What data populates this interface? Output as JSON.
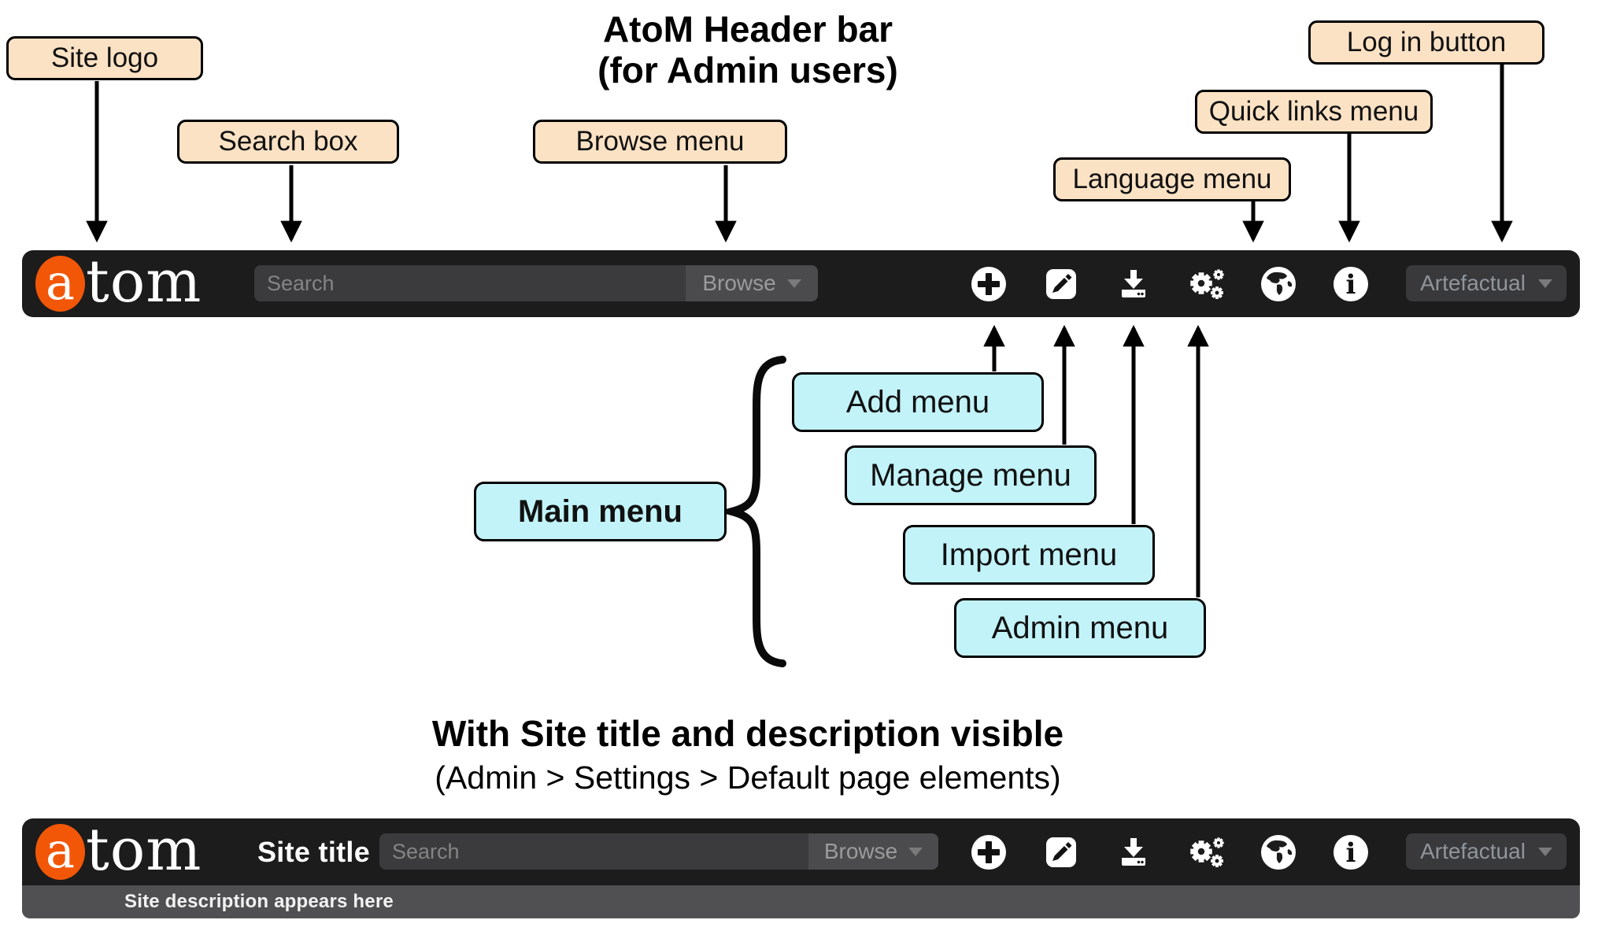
{
  "annotations": {
    "title_line1": "AtoM Header bar",
    "title_line2": "(for Admin users)",
    "section2_title": "With Site title and description visible",
    "section2_subtitle": "(Admin > Settings > Default page elements)",
    "callouts": {
      "site_logo": "Site logo",
      "search_box": "Search box",
      "browse_menu": "Browse menu",
      "language_menu": "Language menu",
      "quick_links_menu": "Quick links menu",
      "log_in_button": "Log in button",
      "main_menu": "Main menu",
      "add_menu": "Add menu",
      "manage_menu": "Manage menu",
      "import_menu": "Import menu",
      "admin_menu": "Admin menu"
    },
    "colors": {
      "callout_bg": "#fce2c4",
      "menu_callout_bg": "#c2f3f9"
    }
  },
  "header": {
    "logo_a": "a",
    "logo_rest": "tom",
    "search_placeholder": "Search",
    "browse_label": "Browse",
    "user_menu_label": "Artefactual",
    "site_title": "Site title",
    "site_description": "Site description appears here",
    "icons": [
      "add-icon",
      "edit-icon",
      "import-icon",
      "admin-gears-icon",
      "language-globe-icon",
      "quick-links-info-icon"
    ],
    "colors": {
      "bar_bg": "#1c1c1c",
      "logo_orange": "#f25708",
      "search_bg": "#3b3b3d",
      "browse_bg": "#4b4b4d",
      "description_bg": "#505052"
    }
  }
}
